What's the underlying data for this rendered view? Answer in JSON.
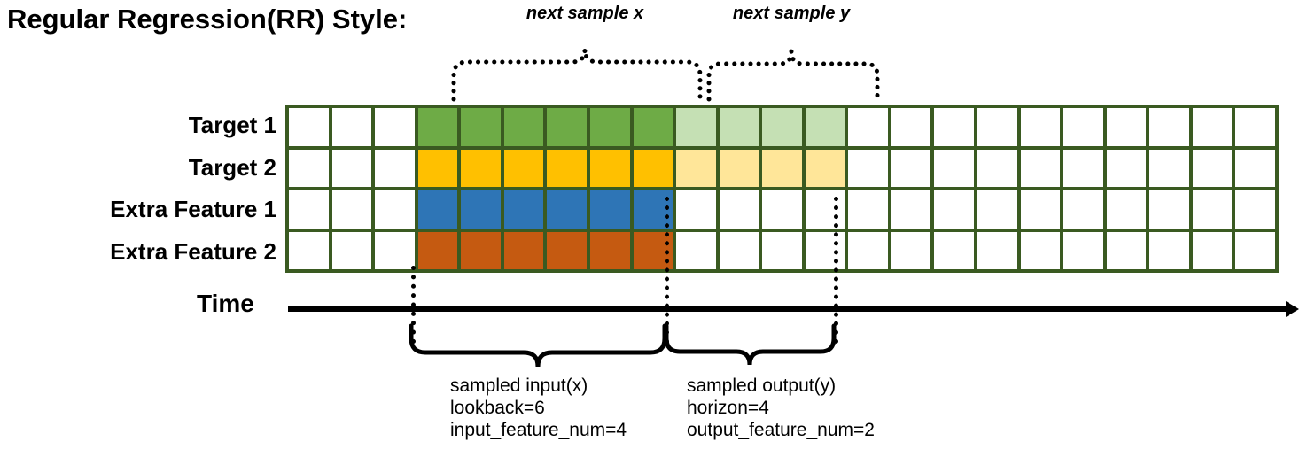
{
  "title": "Regular Regression(RR) Style:",
  "annotations": {
    "next_sample_x": "next sample x",
    "next_sample_y": "next sample y"
  },
  "rows": [
    {
      "label": "Target 1",
      "color": "#6EAB46",
      "light_color": "#C5E0B4"
    },
    {
      "label": "Target 2",
      "color": "#FFC000",
      "light_color": "#FFE699"
    },
    {
      "label": "Extra Feature 1",
      "color": "#2E75B6",
      "light_color": null
    },
    {
      "label": "Extra Feature 2",
      "color": "#C55A11",
      "light_color": null
    }
  ],
  "axis": {
    "label": "Time"
  },
  "captions": {
    "input": {
      "title": "sampled input(x)",
      "lookback": "lookback=6",
      "feature_num": "input_feature_num=4"
    },
    "output": {
      "title": "sampled output(y)",
      "horizon": "horizon=4",
      "feature_num": "output_feature_num=2"
    }
  },
  "grid": {
    "columns": 23,
    "rows": 4,
    "lookback_start_col": 4,
    "lookback_len": 6,
    "horizon_len": 4,
    "border_color": "#3a5a21",
    "cell_classes": [
      [
        "",
        "",
        "",
        "green",
        "green",
        "green",
        "green",
        "green",
        "green",
        "greenlight",
        "greenlight",
        "greenlight",
        "greenlight",
        "",
        "",
        "",
        "",
        "",
        "",
        "",
        "",
        "",
        ""
      ],
      [
        "",
        "",
        "",
        "amber",
        "amber",
        "amber",
        "amber",
        "amber",
        "amber",
        "amberlight",
        "amberlight",
        "amberlight",
        "amberlight",
        "",
        "",
        "",
        "",
        "",
        "",
        "",
        "",
        "",
        ""
      ],
      [
        "",
        "",
        "",
        "blue",
        "blue",
        "blue",
        "blue",
        "blue",
        "blue",
        "",
        "",
        "",
        "",
        "",
        "",
        "",
        "",
        "",
        "",
        "",
        "",
        "",
        ""
      ],
      [
        "",
        "",
        "",
        "orange",
        "orange",
        "orange",
        "orange",
        "orange",
        "orange",
        "",
        "",
        "",
        "",
        "",
        "",
        "",
        "",
        "",
        "",
        "",
        "",
        "",
        ""
      ]
    ]
  }
}
